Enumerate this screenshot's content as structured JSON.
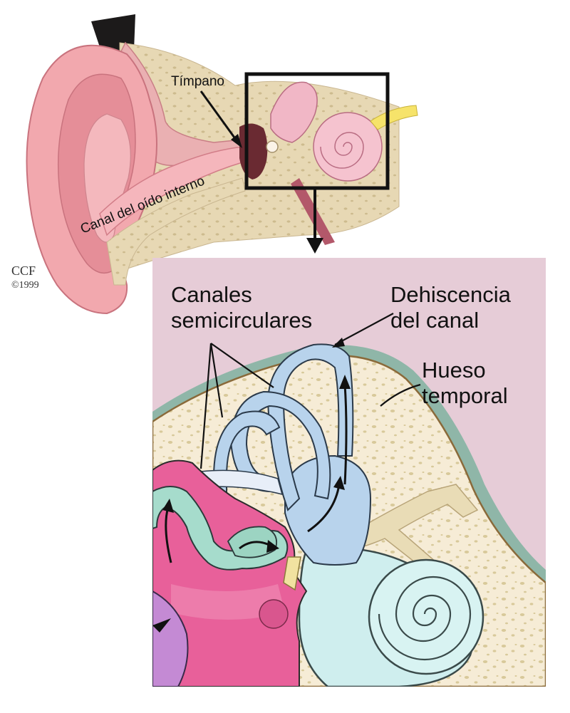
{
  "overview": {
    "label_eardrum": "Tímpano",
    "label_ear_canal": "Canal del oído interno"
  },
  "credit": {
    "mark": "CCF",
    "year": "©1999"
  },
  "detail": {
    "label_canals_line1": "Canales",
    "label_canals_line2": "semicirculares",
    "label_dehiscence_line1": "Dehiscencia",
    "label_dehiscence_line2": "del canal",
    "label_bone_line1": "Hueso",
    "label_bone_line2": "temporal"
  },
  "colors": {
    "skin": "#f2a8ae",
    "skin_dark": "#d97d88",
    "bone_tan": "#e7d8b4",
    "detail_background": "#e6ccd7",
    "bone_cream": "#f6ecd6",
    "bone_rim": "#8fb6a8",
    "semicircular_canals": "#b8d3ec",
    "cochlea": "#cfeeee",
    "middle_ear": "#e8609a",
    "vestibule": "#a6dccc",
    "callout_frame": "#111111"
  }
}
